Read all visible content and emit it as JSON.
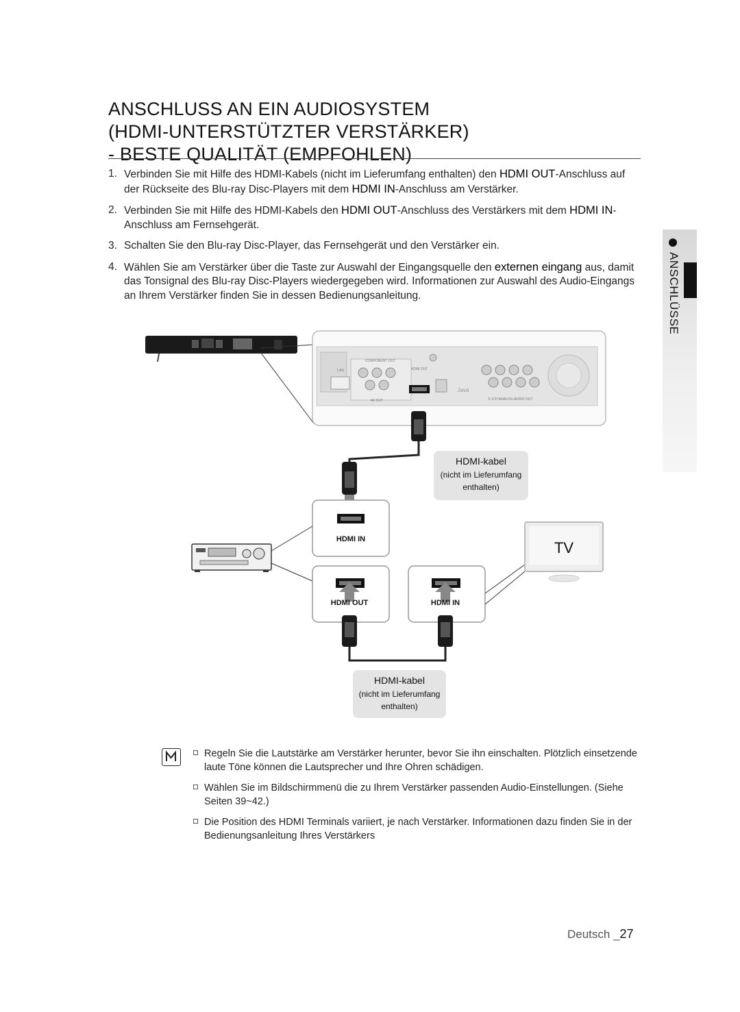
{
  "title": {
    "line1": "ANSCHLUSS AN EIN AUDIOSYSTEM",
    "line2": "(HDMI-UNTERSTÜTZTER VERSTÄRKER)",
    "line3": "- BESTE QUALITÄT (EMPFOHLEN)"
  },
  "steps": [
    {
      "num": "1.",
      "t1": "Verbinden Sie mit Hilfe des HDMI-Kabels (nicht im Lieferumfang enthalten) den ",
      "b1": "HDMI OUT",
      "t2": "-Anschluss auf der Rückseite des Blu-ray Disc-Players mit dem ",
      "b2": "HDMI IN",
      "t3": "-Anschluss am Verstärker."
    },
    {
      "num": "2.",
      "t1": "Verbinden Sie mit Hilfe des HDMI-Kabels den ",
      "b1": "HDMI OUT",
      "t2": "-Anschluss des Verstärkers mit dem ",
      "b2": "HDMI IN",
      "t3": "-Anschluss am Fernsehgerät."
    },
    {
      "num": "3.",
      "t1": "Schalten Sie den Blu-ray Disc-Player, das Fernsehgerät und den Verstärker ein."
    },
    {
      "num": "4.",
      "t1": "Wählen Sie am Verstärker über die Taste zur Auswahl der Eingangsquelle den ",
      "b1": "externen eingang",
      "t2": " aus, damit das Tonsignal des Blu-ray Disc-Players wiedergegeben wird. Informationen zur Auswahl des Audio-Eingangs an Ihrem Verstärker finden Sie in dessen Bedienungsanleitung."
    }
  ],
  "side": {
    "label": "ANSCHLÜSSE"
  },
  "diagram": {
    "cable1": {
      "title": "HDMI-kabel",
      "line2": "(nicht im Lieferumfang",
      "line3": "enthalten)"
    },
    "cable2": {
      "title": "HDMI-kabel",
      "line2": "(nicht im Lieferumfang",
      "line3": "enthalten)"
    },
    "amp_in_label": "HDMI IN",
    "amp_out_label": "HDMI OUT",
    "tv_in_label": "HDMI IN",
    "tv_label": "TV",
    "panel_labels": {
      "lan": "LAN",
      "component": "COMPONENT OUT",
      "hdmi_out": "HDMI OUT",
      "av_out": "AV OUT",
      "java": "Java",
      "speakers": "5.1CH ANALOG AUDIO OUT"
    }
  },
  "notes": [
    "Regeln Sie die Lautstärke am Verstärker herunter, bevor Sie ihn einschalten. Plötzlich einsetzende laute Töne können die Lautsprecher und Ihre Ohren schädigen.",
    "Wählen Sie im Bildschirmmenü die zu Ihrem Verstärker passenden Audio-Einstellungen. (Siehe Seiten 39~42.)",
    "Die Position des HDMI Terminals variiert, je nach Verstärker. Informationen dazu finden Sie in der Bedienungsanleitung Ihres Verstärkers"
  ],
  "footer": {
    "lang": "Deutsch _",
    "page": "27"
  }
}
